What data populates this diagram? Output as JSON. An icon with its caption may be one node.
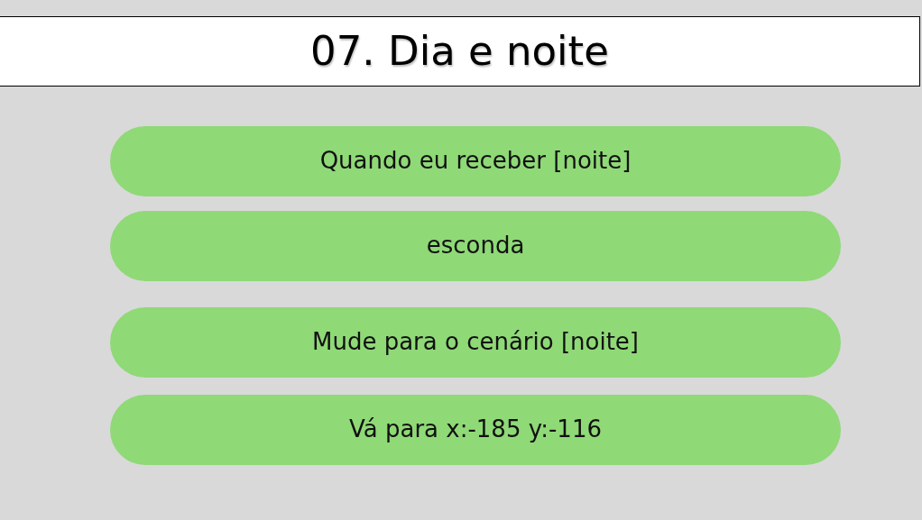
{
  "diagram": {
    "title": "07. Dia e noite",
    "nodes": [
      {
        "text": [
          "Quando eu receber [noite]"
        ]
      },
      {
        "text": [
          "esconda"
        ]
      },
      {
        "text": [
          "Mude para o cenário [noite]"
        ]
      },
      {
        "text": [
          "Vá para x:-185 y:-116"
        ]
      }
    ]
  }
}
